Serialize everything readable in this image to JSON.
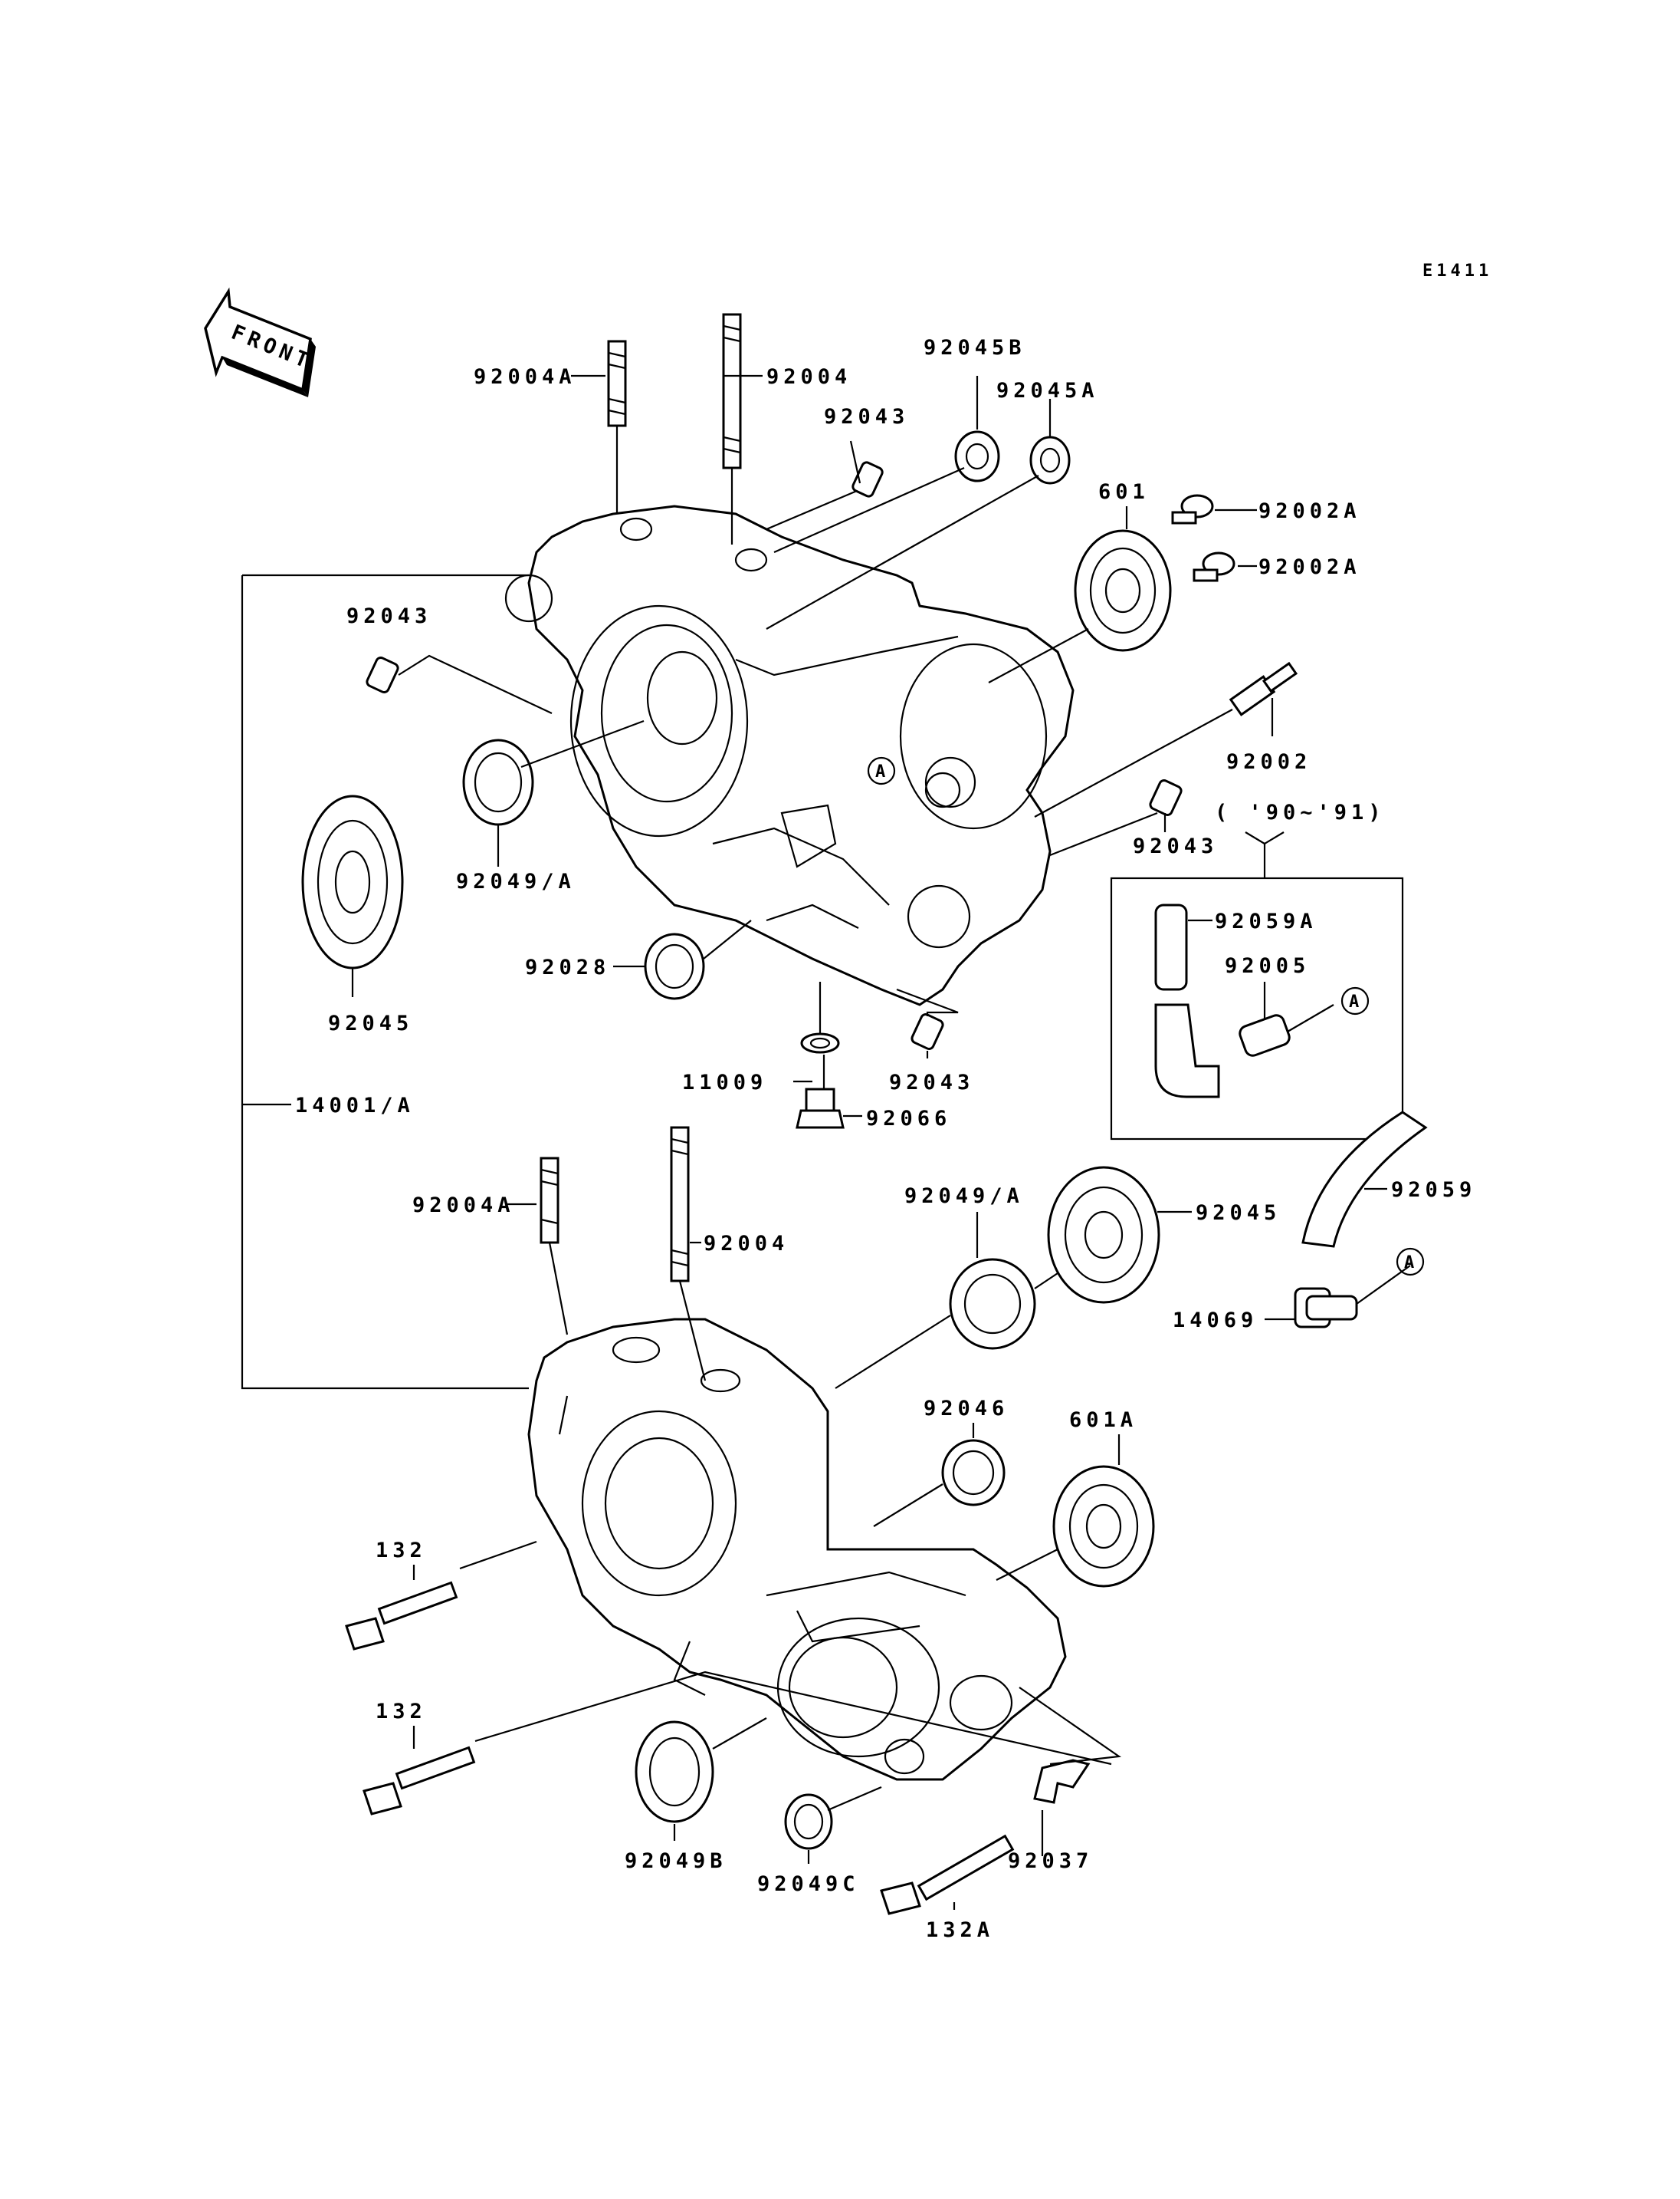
{
  "diagram_code": "E1411",
  "front_label": "FRONT",
  "year_note": "( '90~'91)",
  "callout_marker": "A",
  "labels": {
    "p92004A_top": "92004A",
    "p92004_top": "92004",
    "p92043_a": "92043",
    "p92045B": "92045B",
    "p92045A": "92045A",
    "p601": "601",
    "p92002A_1": "92002A",
    "p92002A_2": "92002A",
    "p92043_b": "92043",
    "p92002": "92002",
    "p92043_c": "92043",
    "p92049A_left": "92049/A",
    "p92045_left": "92045",
    "p92028": "92028",
    "p11009": "11009",
    "p92043_d": "92043",
    "p92066": "92066",
    "p14001A": "14001/A",
    "p92059A": "92059A",
    "p92005": "92005",
    "p92059": "92059",
    "p14069": "14069",
    "p92004A_low": "92004A",
    "p92004_low": "92004",
    "p92049A_low": "92049/A",
    "p92045_low": "92045",
    "p92046": "92046",
    "p601A": "601A",
    "p132_a": "132",
    "p132_b": "132",
    "p92049B": "92049B",
    "p92049C": "92049C",
    "p92037": "92037",
    "p132A": "132A"
  }
}
